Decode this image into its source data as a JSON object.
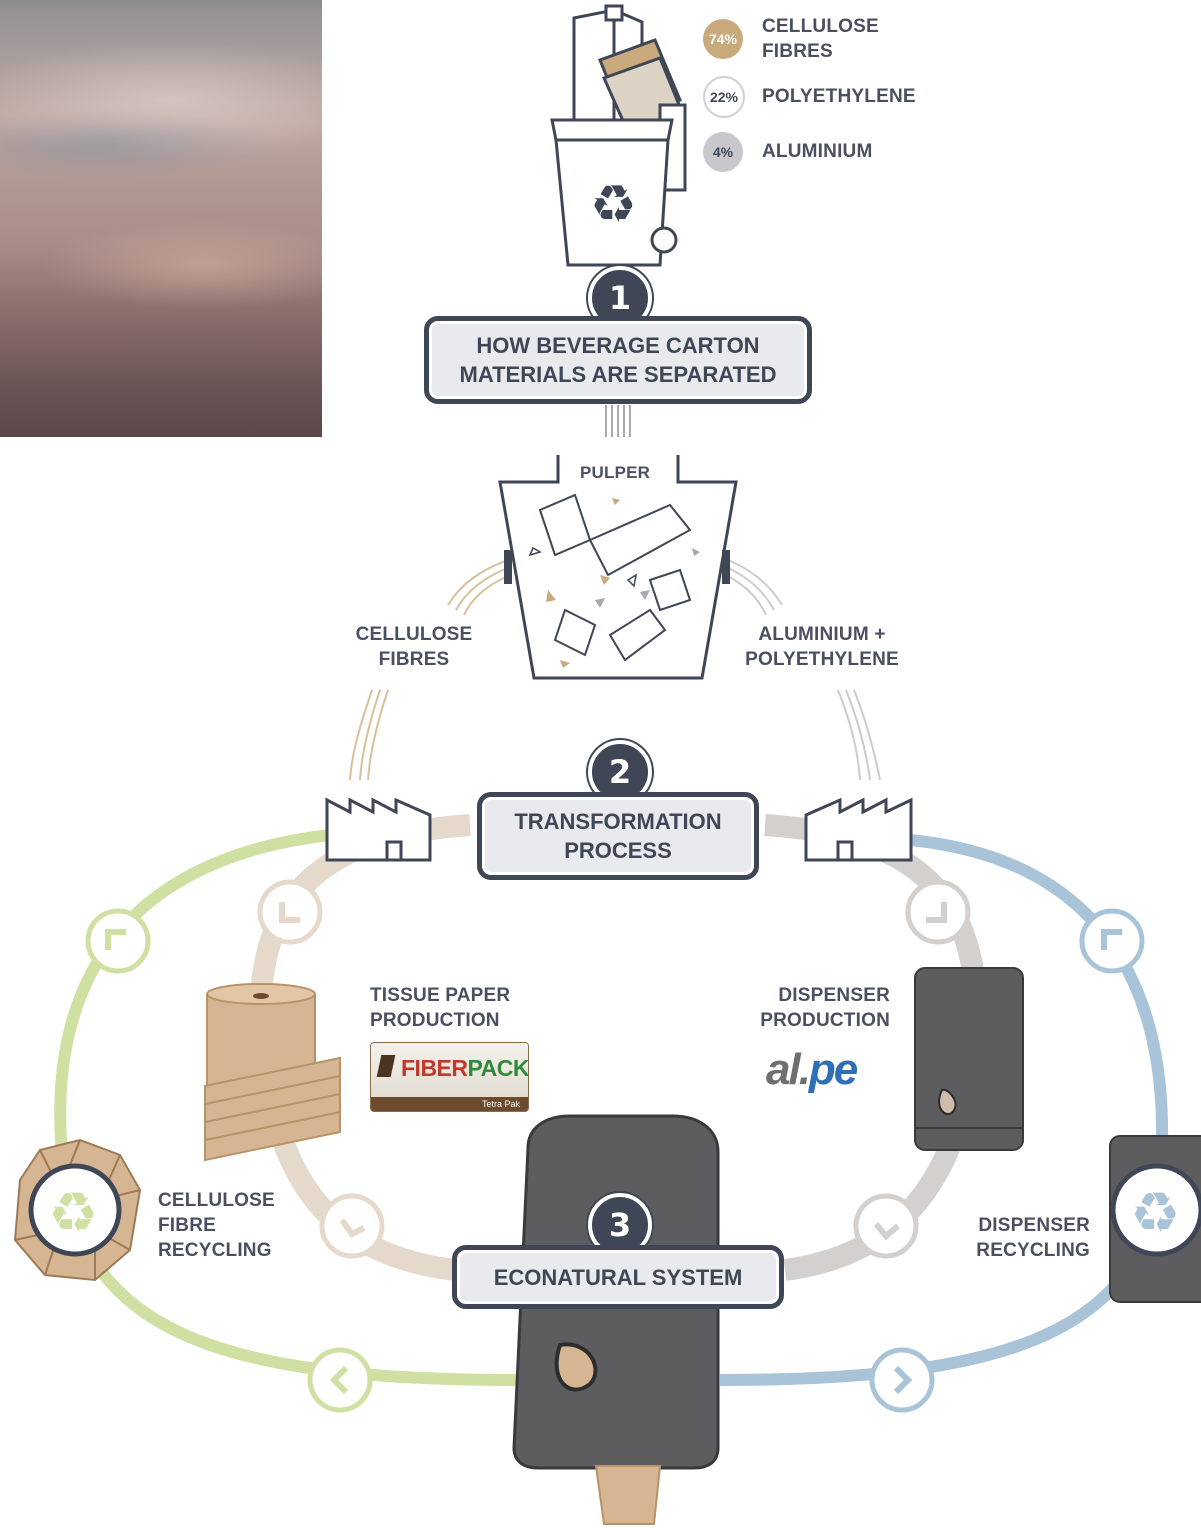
{
  "composition": {
    "cellulose": {
      "percent_label": "74%",
      "label": "CELLULOSE FIBRES",
      "color": "#c9aa7c"
    },
    "polyethylene": {
      "percent_label": "22%",
      "label": "POLYETHYLENE",
      "color": "#ffffff"
    },
    "aluminium": {
      "percent_label": "4%",
      "label": "ALUMINIUM",
      "color": "#c8c8cc"
    }
  },
  "steps": [
    {
      "number": "1",
      "title_line1": "HOW BEVERAGE CARTON",
      "title_line2": "MATERIALS ARE SEPARATED"
    },
    {
      "number": "2",
      "title_line1": "TRANSFORMATION",
      "title_line2": "PROCESS"
    },
    {
      "number": "3",
      "title_line1": "ECONATURAL SYSTEM",
      "title_line2": ""
    }
  ],
  "pulper": {
    "label": "PULPER"
  },
  "outputs": {
    "left_line1": "CELLULOSE",
    "left_line2": "FIBRES",
    "right_line1": "ALUMINIUM +",
    "right_line2": "POLYETHYLENE"
  },
  "production": {
    "tissue_line1": "TISSUE PAPER",
    "tissue_line2": "PRODUCTION",
    "dispenser_line1": "DISPENSER",
    "dispenser_line2": "PRODUCTION"
  },
  "recycling": {
    "cellulose_line1": "CELLULOSE",
    "cellulose_line2": "FIBRE",
    "cellulose_line3": "RECYCLING",
    "dispenser_line1": "DISPENSER",
    "dispenser_line2": "RECYCLING"
  },
  "logos": {
    "fiberpack_name": "FIBER",
    "fiberpack_name_accent": "PACK",
    "fiberpack_partner": "Tetra Pak",
    "alpe_part1": "al.",
    "alpe_part2": "pe"
  },
  "colors": {
    "dark": "#3f4656",
    "green_loop": "#cfe0a2",
    "blue_loop": "#a9c4d8",
    "beige_loop": "#e4d9cb",
    "grey_loop": "#d3d0cd",
    "dispenser": "#5d5c5f",
    "kraft": "#d6b592"
  }
}
